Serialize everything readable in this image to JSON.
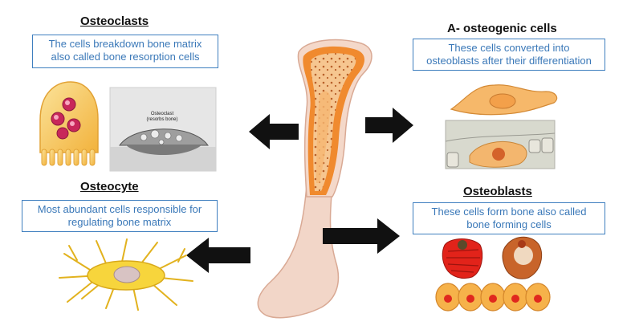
{
  "osteoclasts": {
    "title": "Osteoclasts",
    "desc_line1": "The cells breakdown bone matrix",
    "desc_line2": "also called bone resorption cells",
    "micrograph_label_line1": "Osteoclast",
    "micrograph_label_line2": "(resorbs bone)"
  },
  "osteogenic": {
    "title": "A- osteogenic cells",
    "desc_line1": "These cells converted into",
    "desc_line2": "osteoblasts after their differentiation"
  },
  "osteocyte": {
    "title": "Osteocyte",
    "desc_line1": "Most abundant cells  responsible for",
    "desc_line2": "regulating bone matrix"
  },
  "osteoblasts": {
    "title": "Osteoblasts",
    "desc_line1": "These cells form bone also called",
    "desc_line2": "bone forming cells"
  },
  "colors": {
    "box_border": "#3f7fbf",
    "box_text": "#3a78b8",
    "bone_outer": "#f3d2c3",
    "bone_marrow": "#f0a04a",
    "arrow": "#111111"
  }
}
